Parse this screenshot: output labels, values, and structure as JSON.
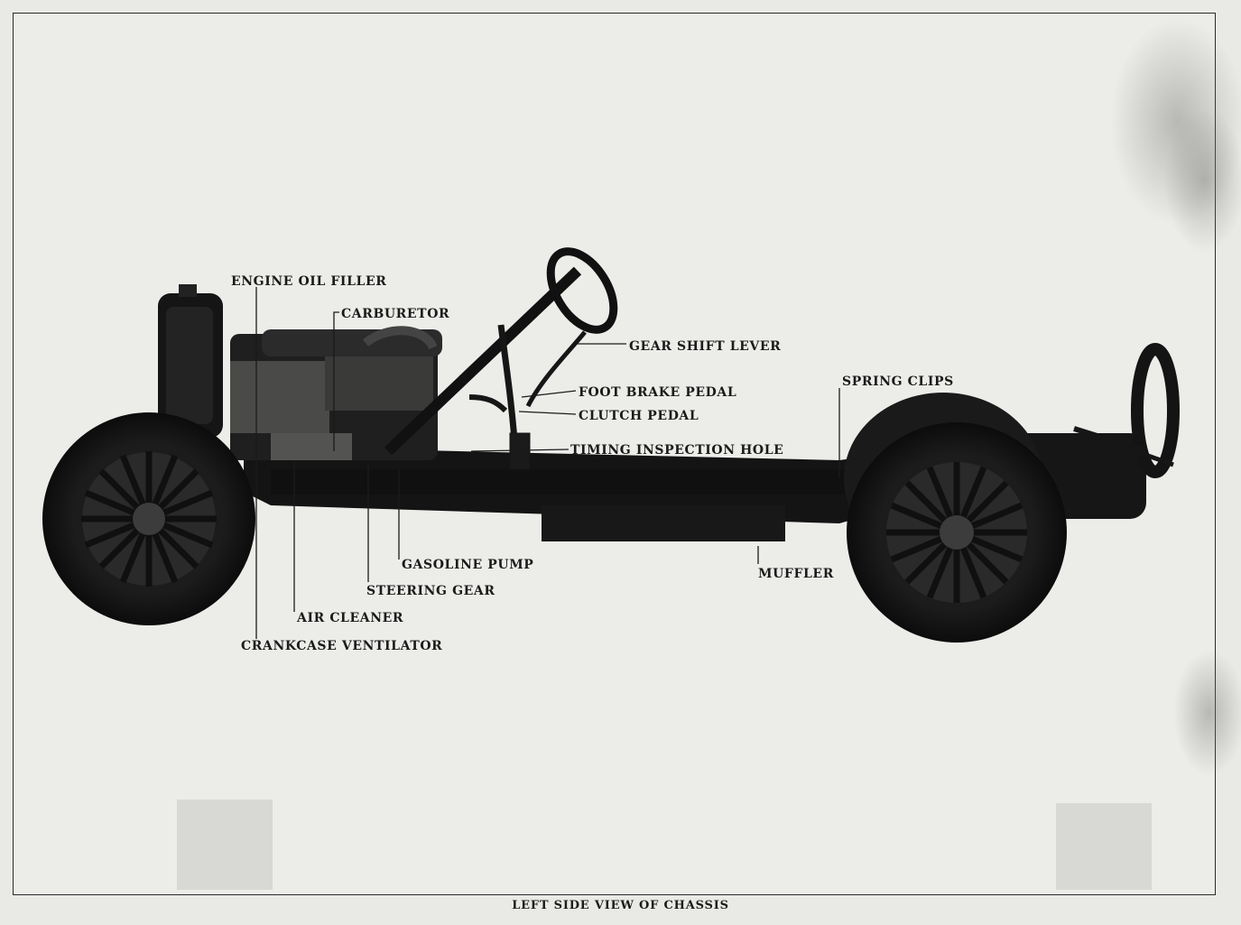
{
  "diagram": {
    "caption": "LEFT SIDE VIEW OF CHASSIS",
    "labels": {
      "engine_oil_filler": "ENGINE OIL FILLER",
      "carburetor": "CARBURETOR",
      "gear_shift_lever": "GEAR SHIFT LEVER",
      "foot_brake_pedal": "FOOT BRAKE PEDAL",
      "clutch_pedal": "CLUTCH PEDAL",
      "timing_inspection_hole": "TIMING INSPECTION HOLE",
      "spring_clips": "SPRING CLIPS",
      "gasoline_pump": "GASOLINE PUMP",
      "steering_gear": "STEERING GEAR",
      "air_cleaner": "AIR CLEANER",
      "crankcase_ventilator": "CRANKCASE VENTILATOR",
      "muffler": "MUFFLER"
    }
  },
  "colors": {
    "paper": "#ecece9",
    "ink": "#1b1b1b",
    "metal": "#151515"
  }
}
